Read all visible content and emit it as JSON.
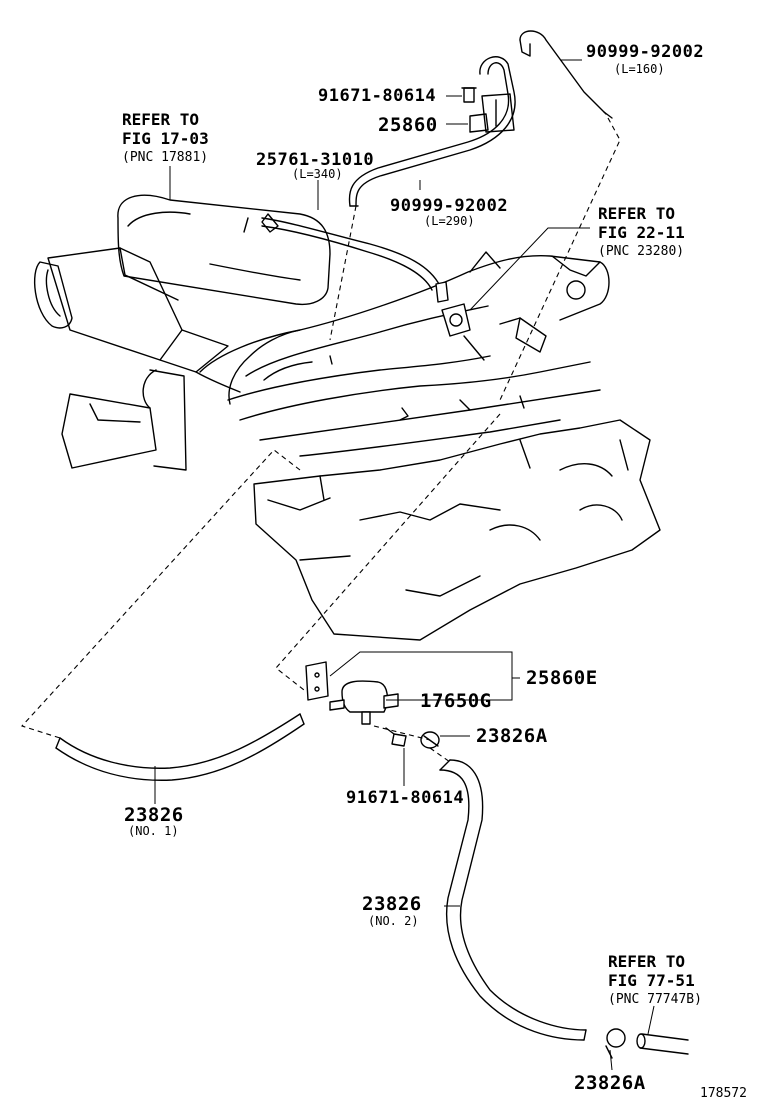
{
  "parts": {
    "hose_top": {
      "number": "90999-92002",
      "length": "(L=160)"
    },
    "bolt_top": {
      "number": "91671-80614"
    },
    "vsv_assy": {
      "number": "25860"
    },
    "hose_mid": {
      "number": "90999-92002",
      "length": "(L=290)"
    },
    "hose_left": {
      "number": "25761-31010",
      "length": "(L=340)"
    },
    "vsv_set": {
      "number": "25860E"
    },
    "vsv": {
      "number": "17650G"
    },
    "clamp_mid": {
      "number": "23826A"
    },
    "bolt_bottom": {
      "number": "91671-80614"
    },
    "hose_no1": {
      "number": "23826",
      "note": "(NO. 1)"
    },
    "hose_no2": {
      "number": "23826",
      "note": "(NO. 2)"
    },
    "clamp_bottom": {
      "number": "23826A"
    }
  },
  "references": {
    "fig_17_03": {
      "line1": "REFER TO",
      "line2": "FIG 17-03",
      "pnc": "(PNC 17881)"
    },
    "fig_22_11": {
      "line1": "REFER TO",
      "line2": "FIG 22-11",
      "pnc": "(PNC 23280)"
    },
    "fig_77_51": {
      "line1": "REFER TO",
      "line2": "FIG 77-51",
      "pnc": "(PNC 77747B)"
    }
  },
  "illustration_code": "178572",
  "icons": [
    "engine-illustration",
    "vsv-valve-icon",
    "bolt-icon",
    "hose-icon",
    "clamp-icon"
  ]
}
